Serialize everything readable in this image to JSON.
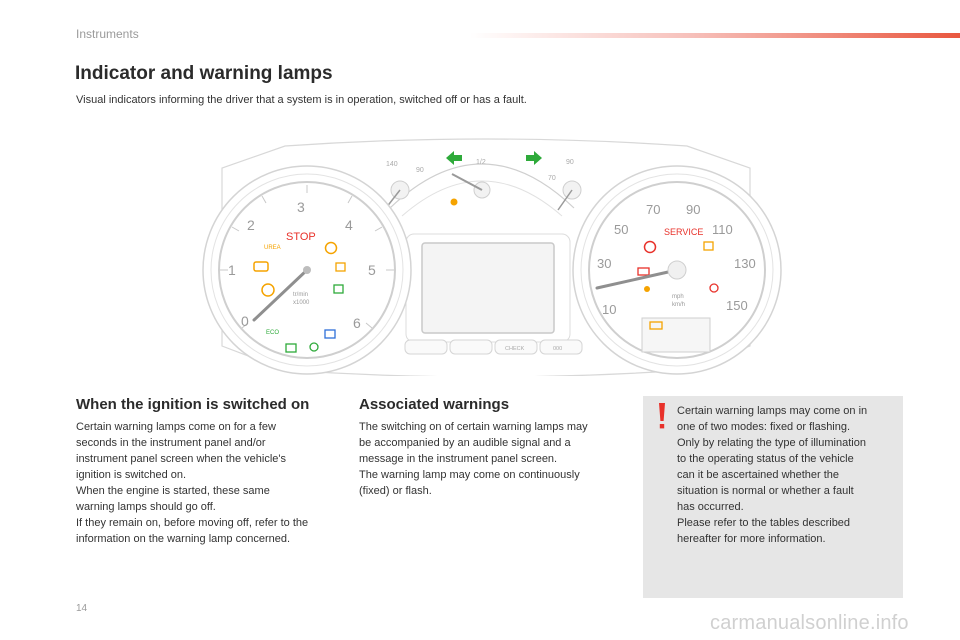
{
  "header": {
    "section": "Instruments",
    "title": "Indicator and warning lamps",
    "intro": "Visual indicators informing the driver that a system is in operation, switched off or has a fault."
  },
  "cluster": {
    "tach_numbers": [
      "1",
      "2",
      "3",
      "4",
      "5",
      "6"
    ],
    "tach_zero": "0",
    "tach_units": [
      "tr/min",
      "x1000"
    ],
    "stop_label": "STOP",
    "urea_label": "UREA",
    "eco_label": "ECO",
    "speed_numbers": [
      "10",
      "30",
      "50",
      "70",
      "90",
      "110",
      "130",
      "150"
    ],
    "speed_units": [
      "mph",
      "km/h"
    ],
    "service_label": "SERVICE",
    "center_gauge_labels": [
      "140",
      "90",
      "1/2",
      "90",
      "70"
    ],
    "center_buttons": [
      "CHECK",
      "000"
    ]
  },
  "col1": {
    "heading": "When the ignition is switched on",
    "lines": [
      "Certain warning lamps come on for a few",
      "seconds in the instrument panel and/or",
      "instrument panel screen when the vehicle's",
      "ignition is switched on.",
      "When the engine is started, these same",
      "warning lamps should go off.",
      "If they remain on, before moving off, refer to the",
      "information on the warning lamp concerned."
    ]
  },
  "col2": {
    "heading": "Associated warnings",
    "lines": [
      "The switching on of certain warning lamps may",
      "be accompanied by an audible signal and a",
      "message in the instrument panel screen.",
      "The warning lamp may come on continuously",
      "(fixed) or flash."
    ]
  },
  "note": {
    "lines": [
      "Certain warning lamps may come on in",
      "one of two modes: fixed or flashing.",
      "Only by relating the type of illumination",
      "to the operating status of the vehicle",
      "can it be ascertained whether the",
      "situation is normal or whether a fault",
      "has occurred.",
      "Please refer to the tables described",
      "hereafter for more information."
    ]
  },
  "footer": {
    "page_number": "14",
    "watermark": "carmanualsonline.info"
  },
  "colors": {
    "accent": "#e9573f",
    "warning_red": "#e8312a",
    "amber": "#f5a300",
    "green": "#2eaa3a",
    "blue": "#2e6fd8"
  }
}
